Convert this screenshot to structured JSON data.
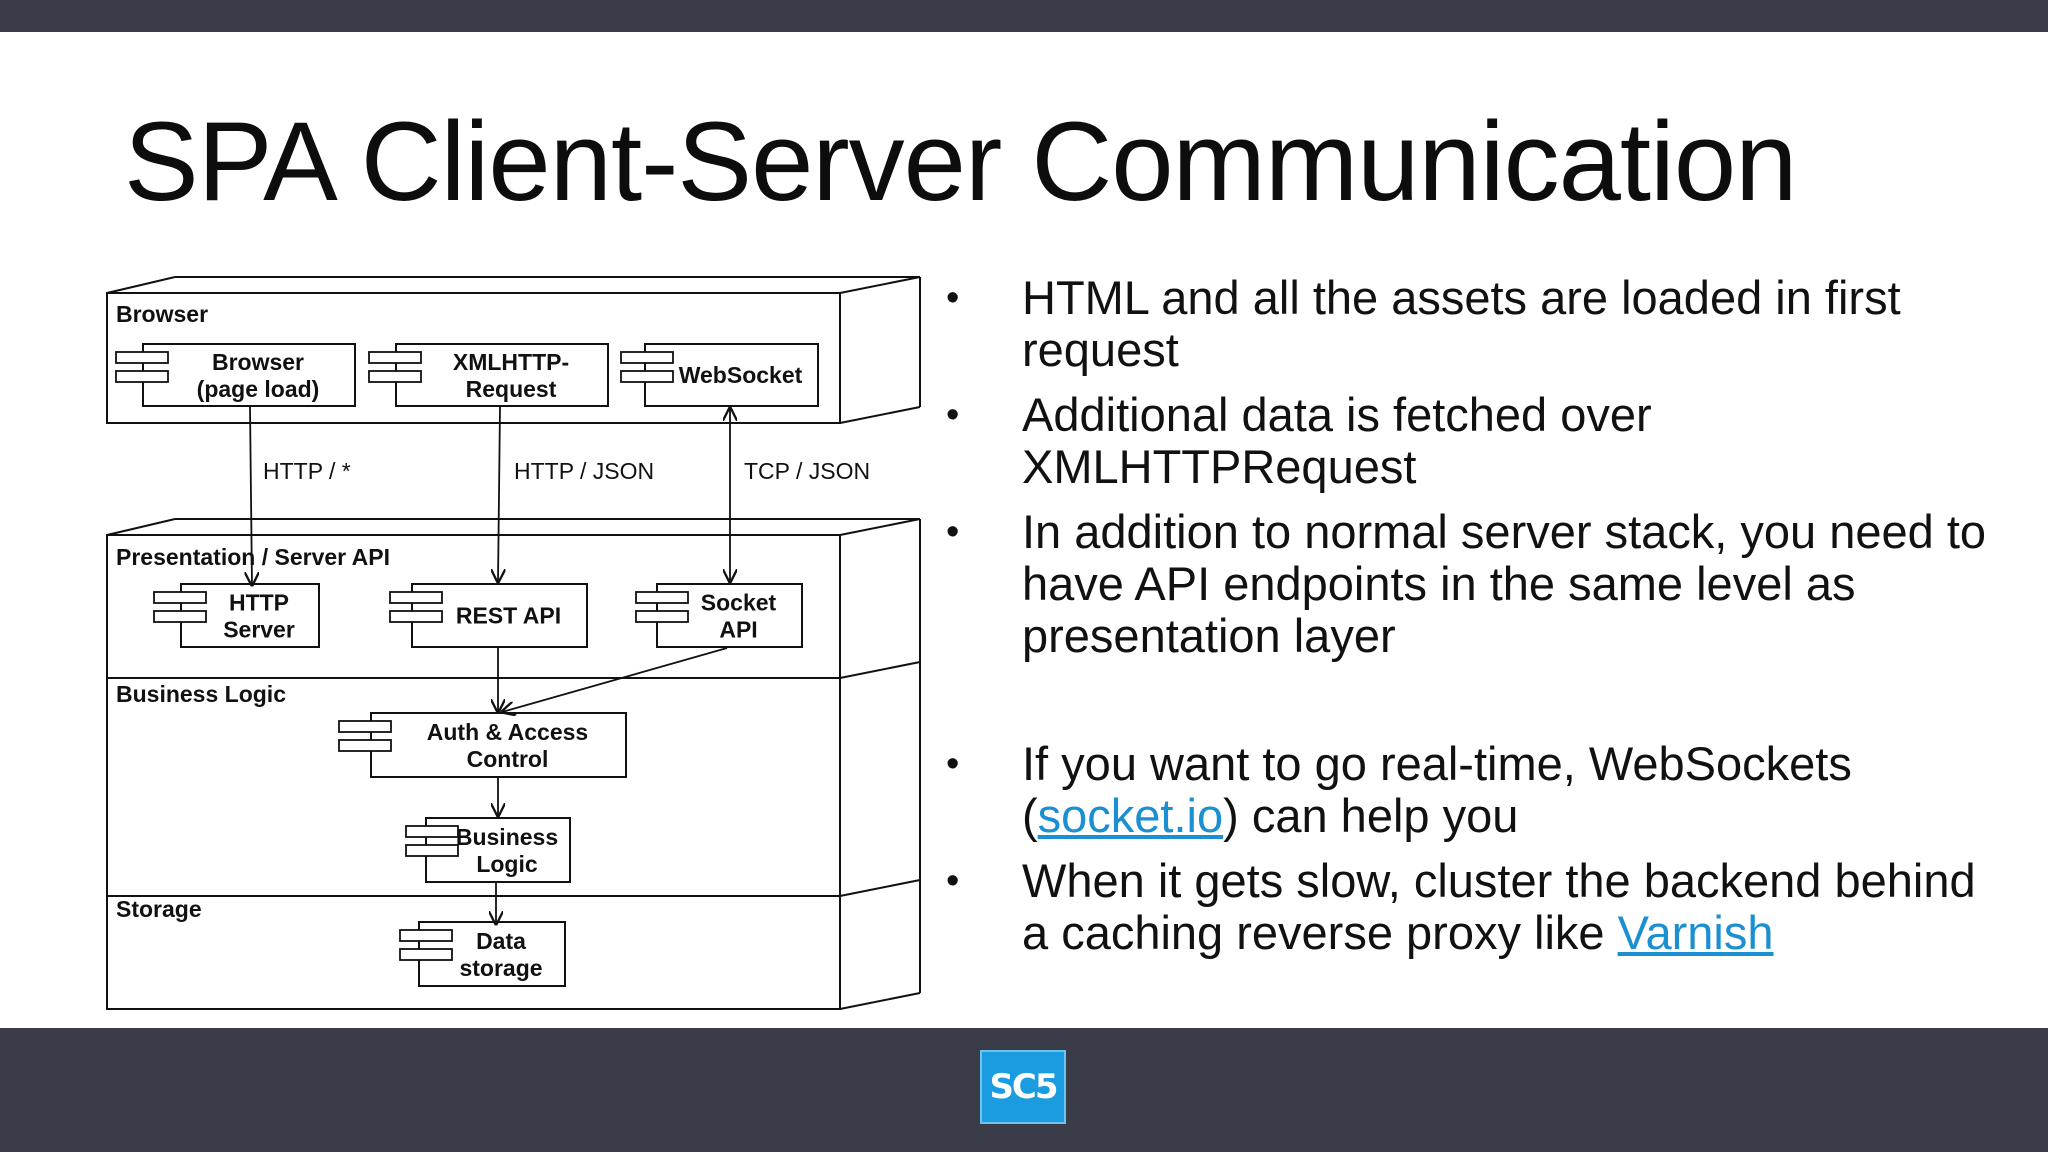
{
  "slide": {
    "title": "SPA Client-Server Communication"
  },
  "diagram": {
    "layers": [
      {
        "label": "Browser"
      },
      {
        "label": "Presentation / Server API"
      },
      {
        "label": "Business Logic"
      },
      {
        "label": "Storage"
      }
    ],
    "components": [
      {
        "lines": [
          "Browser",
          "(page load)"
        ]
      },
      {
        "lines": [
          "XMLHTTP-",
          "Request"
        ]
      },
      {
        "lines": [
          "WebSocket"
        ]
      },
      {
        "lines": [
          "HTTP",
          "Server"
        ]
      },
      {
        "lines": [
          "REST API"
        ]
      },
      {
        "lines": [
          "Socket",
          "API"
        ]
      },
      {
        "lines": [
          "Auth & Access",
          "Control"
        ]
      },
      {
        "lines": [
          "Business",
          "Logic"
        ]
      },
      {
        "lines": [
          "Data",
          "storage"
        ]
      }
    ],
    "connections": [
      {
        "label": "HTTP / *"
      },
      {
        "label": "HTTP / JSON"
      },
      {
        "label": "TCP / JSON"
      }
    ]
  },
  "bullets": [
    {
      "text": "HTML and all the assets are loaded in first request"
    },
    {
      "text": "Additional data is fetched over XMLHTTPRequest"
    },
    {
      "text": "In addition to normal server stack, you need to have API endpoints in the same level as presentation layer"
    },
    {
      "before": "If you want to go real-time, WebSockets (",
      "link": "socket.io",
      "after": ") can help you"
    },
    {
      "before": "When it gets slow, cluster the backend behind a caching reverse proxy like ",
      "link": "Varnish",
      "after": ""
    }
  ],
  "logo": {
    "text": "SC5"
  },
  "colors": {
    "link": "#1a8fd1",
    "logo": "#1b9be0",
    "bar": "#3a3c49"
  }
}
